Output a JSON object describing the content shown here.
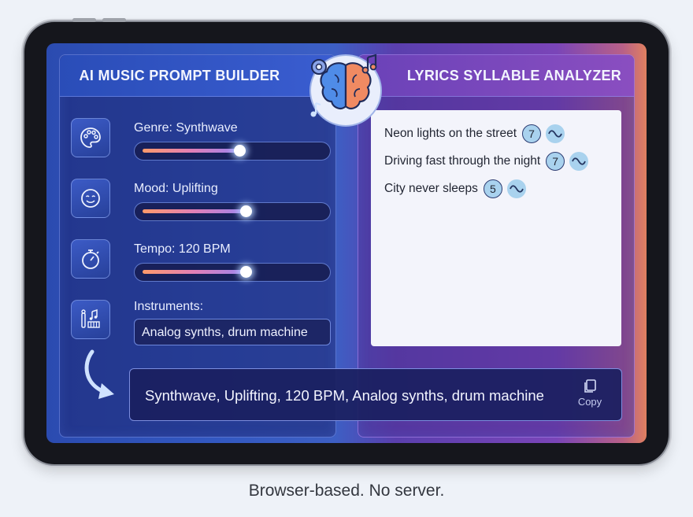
{
  "left_panel": {
    "title": "AI MUSIC PROMPT BUILDER",
    "controls": [
      {
        "label": "Genre: Synthwave",
        "icon": "palette-icon",
        "level": 0.58
      },
      {
        "label": "Mood: Uplifting",
        "icon": "smiley-icon",
        "level": 0.6
      },
      {
        "label": "Tempo: 120 BPM",
        "icon": "stopwatch-icon",
        "level": 0.6
      }
    ],
    "instruments": {
      "label": "Instruments:",
      "value": "Analog synths, drum machine",
      "icon": "instruments-icon"
    }
  },
  "right_panel": {
    "title": "LYRICS SYLLABLE ANALYZER",
    "lines": [
      {
        "text": "Neon lights on the street",
        "syllables": "7"
      },
      {
        "text": "Driving fast through the night",
        "syllables": "7"
      },
      {
        "text": "City never sleeps",
        "syllables": "5"
      }
    ]
  },
  "output": {
    "text": "Synthwave, Uplifting, 120 BPM, Analog synths, drum machine",
    "copy_label": "Copy"
  },
  "caption": "Browser-based. No server.",
  "colors": {
    "accent_blue": "#3359c2",
    "accent_purple": "#7a45b8",
    "accent_orange": "#e08060",
    "syllable_badge": "#a9d2ee"
  }
}
